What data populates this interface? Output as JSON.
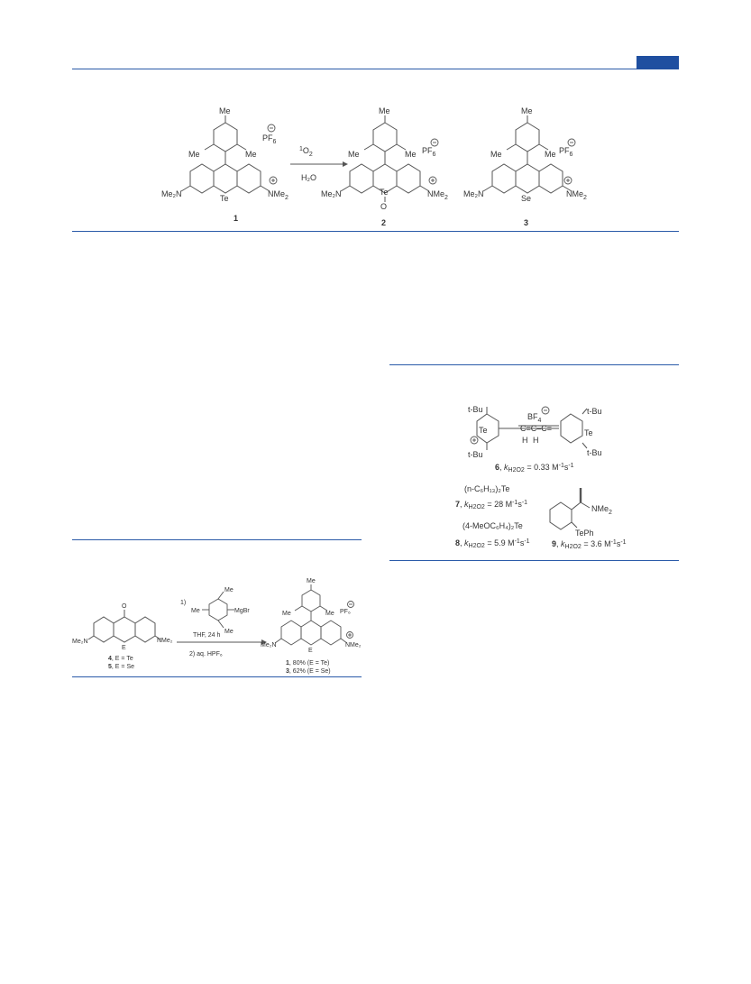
{
  "colors": {
    "rule": "#2a5aa8",
    "header_tab": "#1f4fa0"
  },
  "scheme1": {
    "compound1": {
      "mesityl_me": [
        "Me",
        "Me",
        "Me"
      ],
      "counterion": "PF",
      "counterion_sub": "6",
      "heteroatom": "Te",
      "left_amine": "Me₂N",
      "right_amine": "NMe",
      "right_amine_sub": "2",
      "label": "1"
    },
    "arrow_reagent_top": "O",
    "arrow_reagent_top_sup": "1",
    "arrow_reagent_top_sub": "2",
    "arrow_reagent_bottom": "H₂O",
    "compound2": {
      "mesityl_me": [
        "Me",
        "Me",
        "Me"
      ],
      "counterion": "PF",
      "counterion_sub": "6",
      "heteroatom": "Te",
      "oxide": "O",
      "left_amine": "Me₂N",
      "right_amine": "NMe",
      "right_amine_sub": "2",
      "label": "2"
    },
    "compound3": {
      "mesityl_me": [
        "Me",
        "Me",
        "Me"
      ],
      "counterion": "PF",
      "counterion_sub": "6",
      "heteroatom": "Se",
      "left_amine": "Me₂N",
      "right_amine": "NMe",
      "right_amine_sub": "2",
      "label": "3"
    }
  },
  "scheme2": {
    "compound6": {
      "tbu": [
        "t-Bu",
        "t-Bu",
        "t-Bu",
        "t-Bu"
      ],
      "te_left": "Te",
      "te_right": "Te",
      "anion": "BF",
      "anion_sub": "4",
      "chain": "C=C–C=",
      "h": [
        "H",
        "H"
      ],
      "caption_num": "6",
      "caption_k": "k",
      "caption_k_sub": "H2O2",
      "caption_val": " = 0.33 M",
      "caption_unit": "s"
    },
    "compound7": {
      "formula": "(n-C₆H₁₃)₂Te",
      "caption_num": "7",
      "caption_k": "k",
      "caption_k_sub": "H2O2",
      "caption_val": " = 28 M",
      "caption_unit": "s"
    },
    "compound8": {
      "formula": "(4-MeOC₆H₄)₂Te",
      "caption_num": "8",
      "caption_k": "k",
      "caption_k_sub": "H2O2",
      "caption_val": " = 5.9 M",
      "caption_unit": "s"
    },
    "compound9": {
      "nme2": "NMe",
      "nme2_sub": "2",
      "teph": "TePh",
      "caption_num": "9",
      "caption_k": "k",
      "caption_k_sub": "H2O2",
      "caption_val": " = 3.6 M",
      "caption_unit": "s"
    }
  },
  "scheme3": {
    "start": {
      "oxo": "O",
      "heteroatom": "E",
      "left_amine": "Me₂N",
      "right_amine": "NMe₂",
      "label4_num": "4",
      "label4_text": ", E = Te",
      "label5_num": "5",
      "label5_text": ", E = Se"
    },
    "step1": "1)",
    "grignard_me": [
      "Me",
      "Me",
      "Me"
    ],
    "grignard_mgbr": "MgBr",
    "conditions": "THF,  24 h",
    "step2": "2) aq. HPF₆",
    "product": {
      "mesityl_me": [
        "Me",
        "Me",
        "Me"
      ],
      "counterion": "PF₆",
      "heteroatom": "E",
      "left_amine": "Me₂N",
      "right_amine": "NMe₂",
      "yield1_num": "1",
      "yield1_text": ", 80% (E = Te)",
      "yield3_num": "3",
      "yield3_text": ", 62% (E = Se)"
    }
  }
}
